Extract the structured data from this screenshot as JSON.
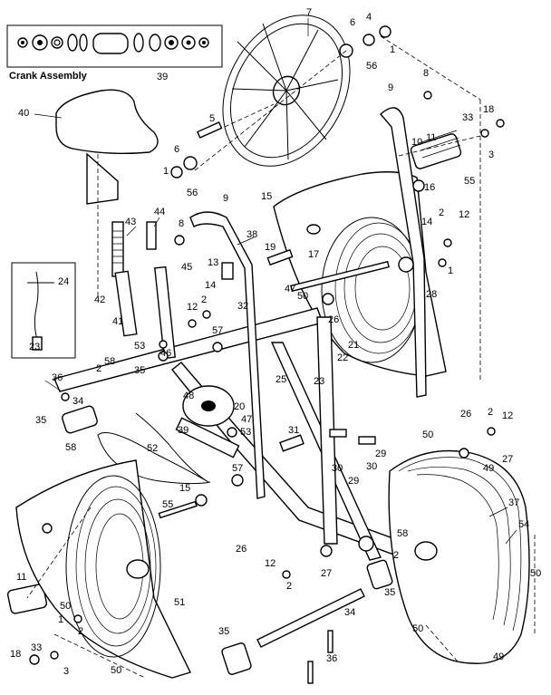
{
  "inset": {
    "title": "Crank Assembly",
    "number": "39"
  },
  "labels": {
    "l7": "7",
    "l6a": "6",
    "l4": "4",
    "l1a": "1",
    "l56a": "56",
    "l8a": "8",
    "l9a": "9",
    "l5": "5",
    "l40": "40",
    "l6b": "6",
    "l1b": "1",
    "l56b": "56",
    "l10": "10",
    "l11a": "11",
    "l33a": "33",
    "l18a": "18",
    "l3a": "3",
    "l16": "16",
    "l55a": "55",
    "l15": "15",
    "l9b": "9",
    "l44": "44",
    "l43": "43",
    "l8b": "8",
    "l38": "38",
    "l2a": "2",
    "l12a": "12",
    "l14a": "14",
    "l1c": "1",
    "l24": "24",
    "l42": "42",
    "l19": "19",
    "l17": "17",
    "l13": "13",
    "l45": "45",
    "l14b": "14",
    "l47a": "47",
    "l50a": "50",
    "l28": "28",
    "l32": "32",
    "l41": "41",
    "l12b": "12",
    "l2b": "2",
    "l23a": "23",
    "l53a": "53",
    "l57a": "57",
    "l46": "46",
    "l26a": "26",
    "l21": "21",
    "l22": "22",
    "l36a": "36",
    "l58a": "58",
    "l2c": "2",
    "l35a": "35",
    "l25": "25",
    "l23b": "23",
    "l34a": "34",
    "l48": "48",
    "l20": "20",
    "l47b": "47",
    "l35b": "35",
    "l39": "39",
    "l53b": "53",
    "l58b": "58",
    "l52": "52",
    "l31": "31",
    "l26b": "26",
    "l2d": "2",
    "l12c": "12",
    "l50b": "50",
    "l27a": "27",
    "l49a": "49",
    "l29a": "29",
    "l30a": "30",
    "l30b": "30",
    "l29b": "29",
    "l57b": "57",
    "l15b": "15",
    "l55b": "55",
    "l37": "37",
    "l54": "54",
    "l50c": "50",
    "l26c": "26",
    "l58c": "58",
    "l2e": "2",
    "l11b": "11",
    "l50d": "50",
    "l51": "51",
    "l12d": "12",
    "l2f": "2",
    "l27b": "27",
    "l35c": "35",
    "l1d": "1",
    "l2g": "2",
    "l34b": "34",
    "l50e": "50",
    "l18b": "18",
    "l33b": "33",
    "l3b": "3",
    "l35d": "35",
    "l36b": "36",
    "l50f": "50",
    "l49b": "49"
  }
}
